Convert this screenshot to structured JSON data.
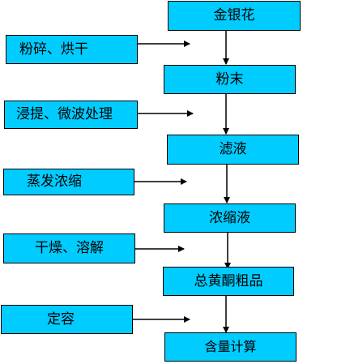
{
  "main_steps": [
    "金银花",
    "粉末",
    "滤液",
    "浓缩液",
    "总黄酮粗品",
    "含量计算"
  ],
  "side_steps": [
    "粉碎、烘干",
    "浸提、微波处理",
    "蒸发浓缩",
    "干燥、溶解",
    "定容"
  ],
  "colors": {
    "box_fill": "#00ccff",
    "border": "#000000",
    "arrow": "#000000"
  }
}
